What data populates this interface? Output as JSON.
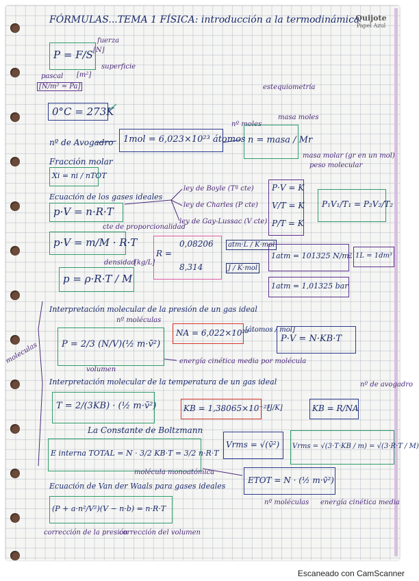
{
  "header": {
    "title": "FÓRMULAS...TEMA 1 FÍSICA: introducción a la termodinámica",
    "brand": "Quijote",
    "brand_sub": "Papel Azul"
  },
  "footer": {
    "scanner": "Escaneado con CamScanner"
  },
  "colors": {
    "green": "#2e9b6a",
    "blue": "#2a3a8c",
    "purple": "#5b2f8c",
    "pink": "#e05aa6",
    "red": "#d8352b",
    "ink_blue": "#1a2a6c"
  },
  "notes": {
    "pressure": "P = F/S",
    "force": "fuerza",
    "force_unit": "[N]",
    "surface": "superficie",
    "surface_unit": "[m²]",
    "pascal_label": "pascal",
    "pascal_unit": "[N/m² = Pa]",
    "zero_c": "0°C = 273K",
    "esteq": "estequiometría",
    "moles": "nº moles",
    "mass": "masa moles",
    "moles_formula": "n = masa / Mr",
    "molar_mass": "masa molar (gr en un mol)",
    "molecular_weight": "peso molecular",
    "avogadro_label": "nº de Avogadro",
    "avogadro_value": "1mol = 6,023×10²³ átomos",
    "molar_fraction_label": "Fracción molar",
    "molar_fraction": "Xi = ni / nTOT",
    "ideal_gas_label": "Ecuación de los gases ideales",
    "ideal_gas": "p·V = n·R·T",
    "boyle": "ley de Boyle (Tª cte)",
    "charles": "ley de Charles (P cte)",
    "gay_lussac": "ley de Gay-Lussac (V cte)",
    "boyle_eq": "P·V = K",
    "charles_eq": "V/T = K",
    "gay_eq": "P/T = K",
    "combined": "P₁V₁/T₁ = P₂V₂/T₂",
    "const_prop": "cte de proporcionalidad",
    "ideal_mass": "p·V = m/M · R·T",
    "R_label": "R =",
    "R_value1": "0,08206",
    "R_unit1": "atm·L / K·mol",
    "R_value2": "8,314",
    "R_unit2": "J / K·mol",
    "density_label": "densidad",
    "density_unit": "[kg/L]",
    "density_eq": "p = ρ·R·T / M",
    "atm_pa": "1atm = 101325 N/m²",
    "litre": "1L = 1dm³",
    "atm_bar": "1atm = 1,01325 bar",
    "molecular_label": "moleculas",
    "pressure_interp": "Interpretación molecular de la presión de un gas ideal",
    "n_molecules": "nº moléculas",
    "pressure_eq": "P = 2/3 (N/V)(½ m·v̄²)",
    "volume": "volumen",
    "avogadro_NA": "NA = 6,022×10²³",
    "NA_unit": "[átomos / mol]",
    "pV_NkT": "P·V = N·KB·T",
    "kinetic_energy": "energía cinética media por molécula",
    "temp_interp": "Interpretación molecular de la temperatura de un gas ideal",
    "temp_eq": "T = 2/(3KB) · (½ m·v̄²)",
    "kb_value": "KB = 1,38065×10⁻²³",
    "kb_unit": "[J/K]",
    "kb_rel": "KB = R/NA",
    "avogadro_small": "nº de avogadro",
    "boltzmann": "La Constante de Boltzmann",
    "energy_total": "E interna TOTAL = N · 3/2 KB·T = 3/2 n·R·T",
    "vrms": "Vrms = √(v̄²)",
    "vrms_eq": "Vrms = √(3·T·KB / m) = √(3·R·T / M)",
    "monoatomic": "molécula monoatómica",
    "etot": "ETOT = N · (½ m·v̄²)",
    "n_molecules2": "nº moléculas",
    "kinetic_media": "energía cinética media",
    "van_der_waals_label": "Ecuación de Van der Waals para gases ideales",
    "van_der_waals": "(P + a·n²/V²)(V − n·b) = n·R·T",
    "pressure_corr": "corrección de la presión",
    "volume_corr": "corrección del volumen"
  }
}
